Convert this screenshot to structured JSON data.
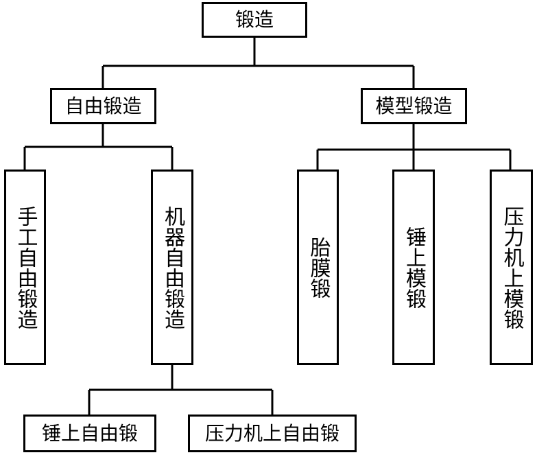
{
  "root": "锻造",
  "branches": {
    "free": "自由锻造",
    "die": "模型锻造"
  },
  "free_children": {
    "manual": "手工自由锻造",
    "machine": "机器自由锻造"
  },
  "die_children": {
    "tire": "胎膜锻",
    "hammer_die": "锤上模锻",
    "press_die": "压力机上模锻"
  },
  "machine_children": {
    "hammer_free": "锤上自由锻",
    "press_free": "压力机上自由锻"
  }
}
